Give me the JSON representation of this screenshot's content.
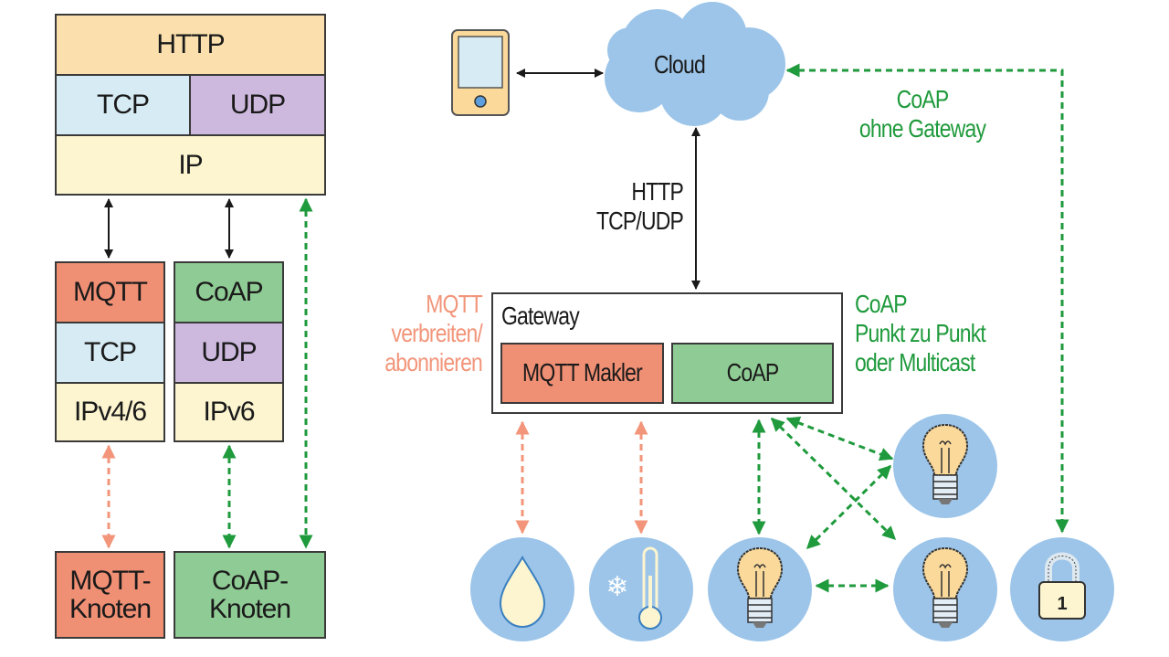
{
  "colors": {
    "http": "#fbe0ad",
    "tcp": "#d6ebf4",
    "udp": "#cdb8de",
    "ip": "#fcf5cf",
    "mqtt": "#ef8f74",
    "coap": "#8fcb94",
    "cloud": "#9cc5e9",
    "node_circle": "#9cc5e9",
    "green_link": "#1f9a3c",
    "mqtt_link": "#f2957a",
    "black_link": "#1a1a1a"
  },
  "stack_left": {
    "top": {
      "http": "HTTP",
      "tcp": "TCP",
      "udp": "UDP",
      "ip": "IP"
    },
    "mqtt_stack": [
      "MQTT",
      "TCP",
      "IPv4/6"
    ],
    "coap_stack": [
      "CoAP",
      "UDP",
      "IPv6"
    ],
    "mqtt_node": [
      "MQTT-",
      "Knoten"
    ],
    "coap_node": [
      "CoAP-",
      "Knoten"
    ]
  },
  "network": {
    "cloud": "Cloud",
    "cloud_link": [
      "HTTP",
      "TCP/UDP"
    ],
    "coap_direct": [
      "CoAP",
      "ohne Gateway"
    ],
    "gateway": {
      "title": "Gateway",
      "mqtt_broker": "MQTT Makler",
      "coap": "CoAP"
    },
    "mqtt_label": [
      "MQTT",
      "verbreiten/",
      "abonnieren"
    ],
    "coap_label": [
      "CoAP",
      "Punkt zu Punkt",
      "oder Multicast"
    ],
    "devices": [
      {
        "name": "smartphone",
        "icon": "smartphone-icon"
      },
      {
        "name": "humidity-sensor",
        "icon": "water-drop-icon"
      },
      {
        "name": "temperature-sensor",
        "icon": "thermometer-snowflake-icon"
      },
      {
        "name": "light-bulb-1",
        "icon": "light-bulb-icon"
      },
      {
        "name": "light-bulb-2",
        "icon": "light-bulb-icon"
      },
      {
        "name": "light-bulb-3",
        "icon": "light-bulb-icon"
      },
      {
        "name": "smart-lock",
        "icon": "padlock-icon",
        "digit": "1"
      }
    ]
  }
}
